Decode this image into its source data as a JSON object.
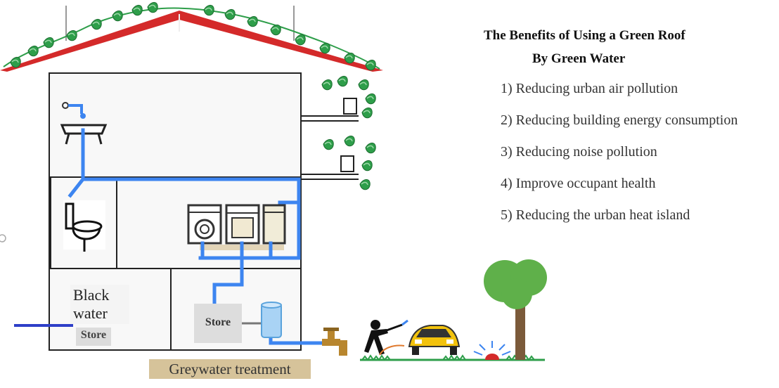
{
  "title": {
    "line1": "The Benefits of Using a Green Roof",
    "line2": "By Green Water"
  },
  "benefits": [
    "1) Reducing urban air pollution",
    "2) Reducing building energy consumption",
    "3) Reducing noise pollution",
    "4) Improve occupant health",
    "5) Reducing the urban heat island"
  ],
  "labels": {
    "black_water": "Black\nwater",
    "black_store": "Store",
    "grey_store": "Store",
    "greywater_treatment": "Greywater treatment"
  },
  "colors": {
    "pipe": "#3d85f0",
    "roof": "#d42a2a",
    "plant": "#2e9e4a",
    "store_box": "#dddddd",
    "treatment_label_bg": "#d6c39a",
    "black_water_pipe": "#2e3fc8"
  },
  "icons": [
    "sink-icon",
    "toilet-icon",
    "washing-machine-icon",
    "dishwasher-icon",
    "water-heater-icon",
    "water-tank-icon",
    "faucet-icon",
    "person-watering-icon",
    "car-icon",
    "sprinkler-icon",
    "tree-icon",
    "vine-plant-icon"
  ]
}
